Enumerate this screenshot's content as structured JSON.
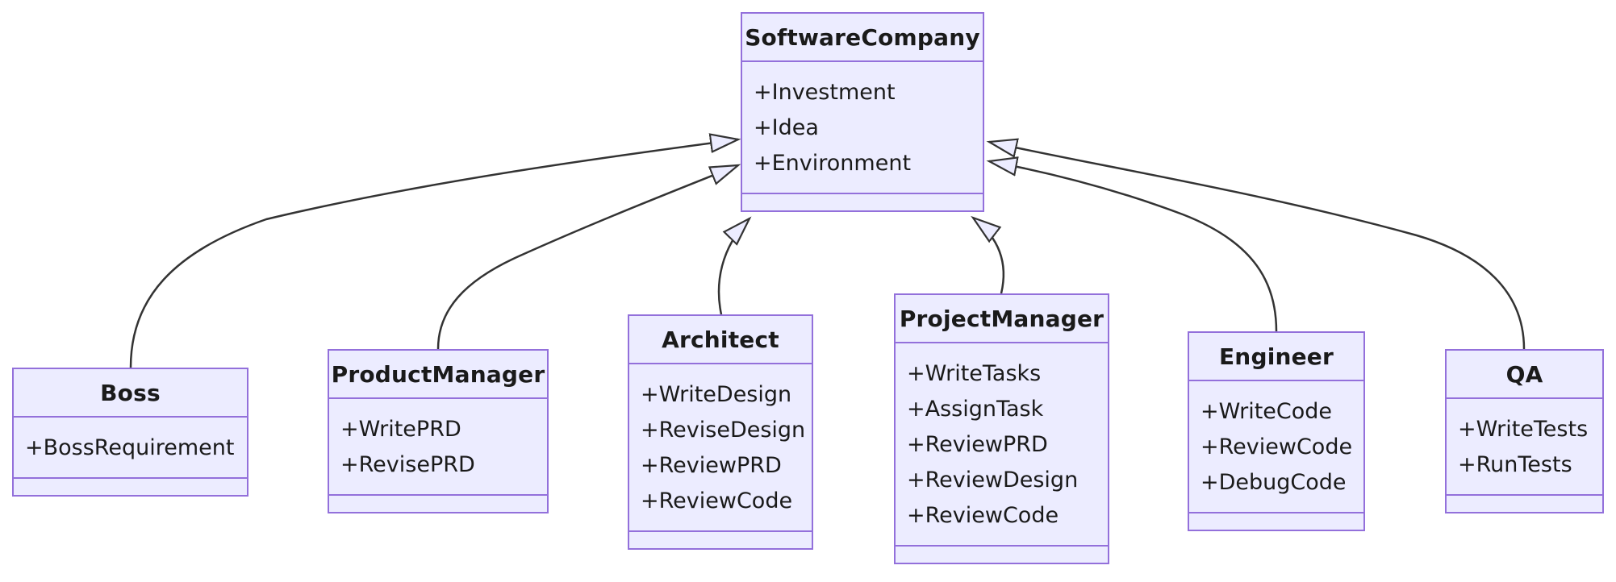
{
  "diagram": {
    "kind": "uml-class-diagram",
    "colors": {
      "node_fill": "#ECECFF",
      "node_border": "#9370DB",
      "edge_line": "#333333",
      "text": "#1a1a1a",
      "background": "#ffffff"
    },
    "classes": [
      {
        "name": "SoftwareCompany",
        "attributes": [
          "+Investment",
          "+Idea",
          "+Environment"
        ]
      },
      {
        "name": "Boss",
        "attributes": [
          "+BossRequirement"
        ]
      },
      {
        "name": "ProductManager",
        "attributes": [
          "+WritePRD",
          "+RevisePRD"
        ]
      },
      {
        "name": "Architect",
        "attributes": [
          "+WriteDesign",
          "+ReviseDesign",
          "+ReviewPRD",
          "+ReviewCode"
        ]
      },
      {
        "name": "ProjectManager",
        "attributes": [
          "+WriteTasks",
          "+AssignTask",
          "+ReviewPRD",
          "+ReviewDesign",
          "+ReviewCode"
        ]
      },
      {
        "name": "Engineer",
        "attributes": [
          "+WriteCode",
          "+ReviewCode",
          "+DebugCode"
        ]
      },
      {
        "name": "QA",
        "attributes": [
          "+WriteTests",
          "+RunTests"
        ]
      }
    ],
    "relations": [
      {
        "from": "Boss",
        "to": "SoftwareCompany",
        "type": "inheritance"
      },
      {
        "from": "ProductManager",
        "to": "SoftwareCompany",
        "type": "inheritance"
      },
      {
        "from": "Architect",
        "to": "SoftwareCompany",
        "type": "inheritance"
      },
      {
        "from": "ProjectManager",
        "to": "SoftwareCompany",
        "type": "inheritance"
      },
      {
        "from": "Engineer",
        "to": "SoftwareCompany",
        "type": "inheritance"
      },
      {
        "from": "QA",
        "to": "SoftwareCompany",
        "type": "inheritance"
      }
    ]
  }
}
